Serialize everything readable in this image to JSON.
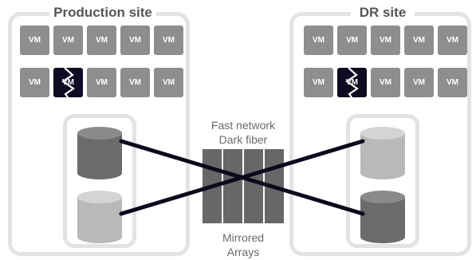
{
  "production_site": {
    "title": "Production site"
  },
  "dr_site": {
    "title": "DR site"
  },
  "vm_label": "VM",
  "network": {
    "line1": "Fast network",
    "line2": "Dark fiber"
  },
  "arrays": {
    "line1": "Mirrored",
    "line2": "Arrays"
  },
  "colors": {
    "frame": "#e3e3e3",
    "vm": "#8e8e8e",
    "vm_failed": "#0f0b22",
    "disk_dark": "#6b6b6b",
    "disk_light": "#b9b9b9",
    "fiber": "#0b0a1d",
    "switch": "#676767"
  },
  "icons": {
    "failed_vm": "lightning-bolt-icon",
    "disk": "disk-cylinder-icon"
  },
  "storage": {
    "production": [
      "dark",
      "light"
    ],
    "dr": [
      "light",
      "dark"
    ]
  }
}
